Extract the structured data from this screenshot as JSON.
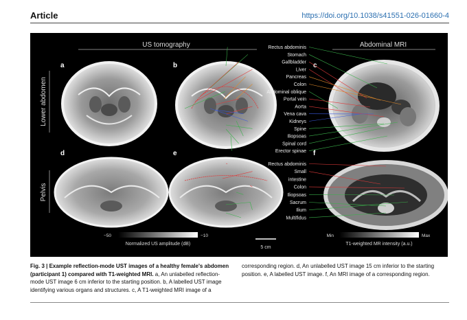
{
  "header": {
    "title": "Article",
    "doi": "https://doi.org/10.1038/s41551-026-01660-4"
  },
  "figure": {
    "col_headers": {
      "us": "US tomography",
      "mri": "Abdominal MRI"
    },
    "row_labels": {
      "top": "Lower abdomen",
      "bottom": "Pelvis"
    },
    "panel_letters": [
      "a",
      "b",
      "c",
      "d",
      "e",
      "f"
    ],
    "labels_top": [
      "Rectus abdominis",
      "Stomach",
      "Gallbladder",
      "Liver",
      "Pancreas",
      "Colon",
      "Abdominal oblique",
      "Portal vein",
      "Aorta",
      "Vena cava",
      "Kidneys",
      "Spine",
      "Iliopsoas",
      "Spinal cord",
      "Erector spinae"
    ],
    "labels_bottom": [
      "Rectus abdominis",
      "Small",
      "intestine",
      "Colon",
      "Iliopsoas",
      "Sacrum",
      "Ilium",
      "Multifidus"
    ],
    "us_colorbar": {
      "min": "−50",
      "max": "−10",
      "label": "Normalized US amplitude (dB)"
    },
    "mri_colorbar": {
      "min": "Min",
      "max": "Max",
      "label": "T1-weighted MR intensity (a.u.)"
    },
    "scale_bar": "5 cm",
    "colors": {
      "red": "#e03a3a",
      "blue": "#3a5ae0",
      "green": "#3ab04a",
      "orange": "#e08a2a"
    }
  },
  "caption": {
    "left_bold": "Fig. 3 | Example reflection-mode UST images of a healthy female's abdomen (participant 1) compared with T1-weighted MRI.",
    "left_rest": " a, An unlabelled reflection-mode UST image 6 cm inferior to the starting position. b, A labelled UST image identifying various organs and structures. c, A T1-weighted MRI image of a",
    "right": "corresponding region. d, An unlabelled UST image 15 cm inferior to the starting position. e, A labelled UST image. f, An MRI image of a corresponding region."
  }
}
